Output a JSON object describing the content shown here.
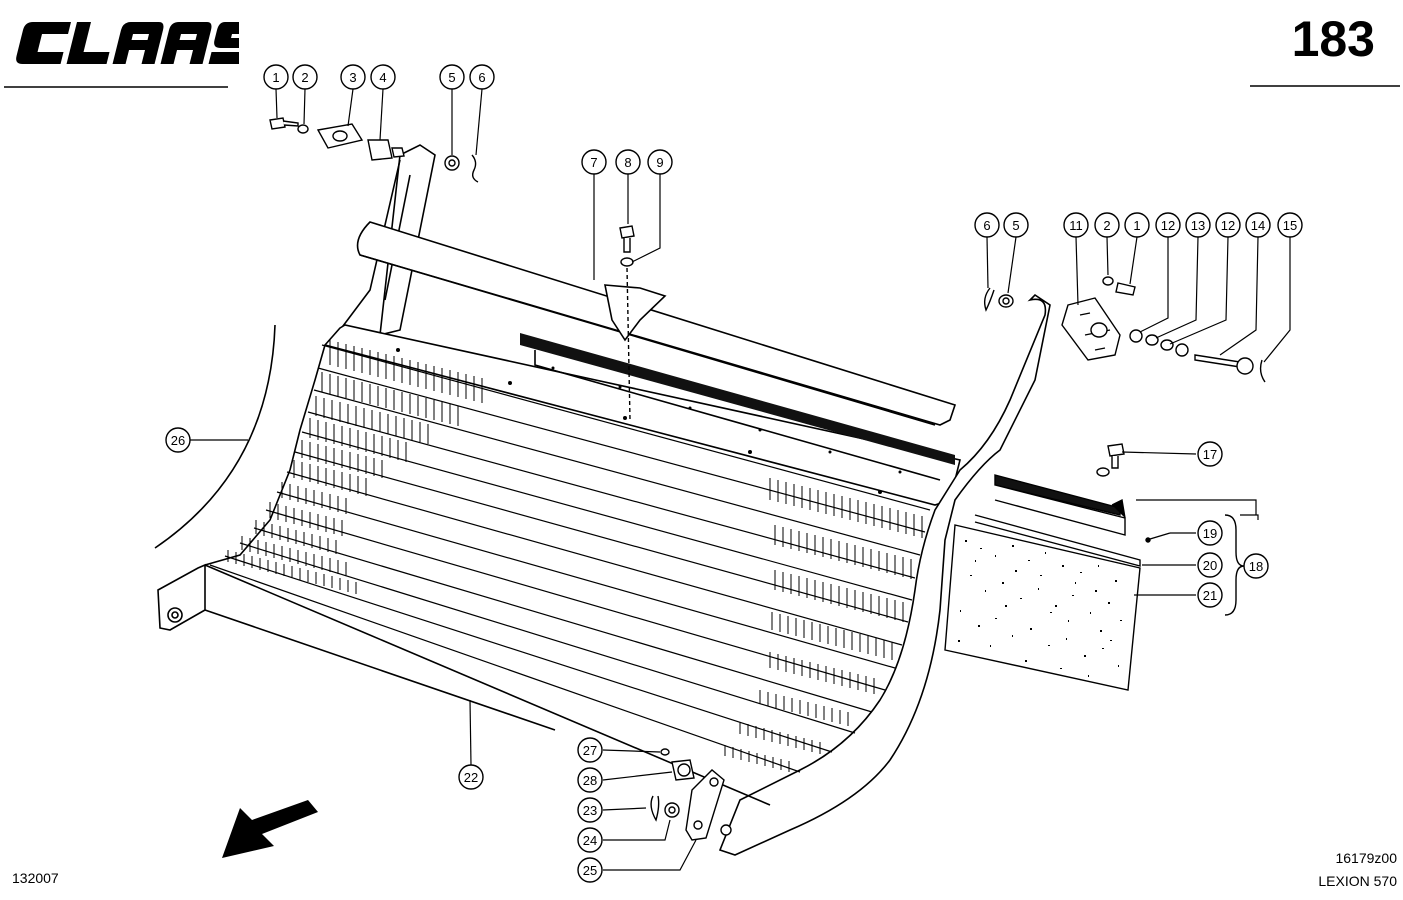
{
  "header": {
    "brand": "CLAAS",
    "page_number": "183"
  },
  "footer": {
    "left_code": "132007",
    "drawing_code": "16179z00",
    "model": "LEXION 570"
  },
  "callouts": [
    {
      "id": "c1a",
      "label": "1"
    },
    {
      "id": "c2a",
      "label": "2"
    },
    {
      "id": "c3",
      "label": "3"
    },
    {
      "id": "c4",
      "label": "4"
    },
    {
      "id": "c5a",
      "label": "5"
    },
    {
      "id": "c6a",
      "label": "6"
    },
    {
      "id": "c7",
      "label": "7"
    },
    {
      "id": "c8",
      "label": "8"
    },
    {
      "id": "c9",
      "label": "9"
    },
    {
      "id": "c6b",
      "label": "6"
    },
    {
      "id": "c5b",
      "label": "5"
    },
    {
      "id": "c11",
      "label": "11"
    },
    {
      "id": "c2b",
      "label": "2"
    },
    {
      "id": "c1b",
      "label": "1"
    },
    {
      "id": "c12a",
      "label": "12"
    },
    {
      "id": "c13",
      "label": "13"
    },
    {
      "id": "c12b",
      "label": "12"
    },
    {
      "id": "c14",
      "label": "14"
    },
    {
      "id": "c15",
      "label": "15"
    },
    {
      "id": "c17",
      "label": "17"
    },
    {
      "id": "c19",
      "label": "19"
    },
    {
      "id": "c20",
      "label": "20"
    },
    {
      "id": "c21",
      "label": "21"
    },
    {
      "id": "c18",
      "label": "18"
    },
    {
      "id": "c26",
      "label": "26"
    },
    {
      "id": "c22",
      "label": "22"
    },
    {
      "id": "c27",
      "label": "27"
    },
    {
      "id": "c28",
      "label": "28"
    },
    {
      "id": "c23",
      "label": "23"
    },
    {
      "id": "c24",
      "label": "24"
    },
    {
      "id": "c25",
      "label": "25"
    }
  ]
}
